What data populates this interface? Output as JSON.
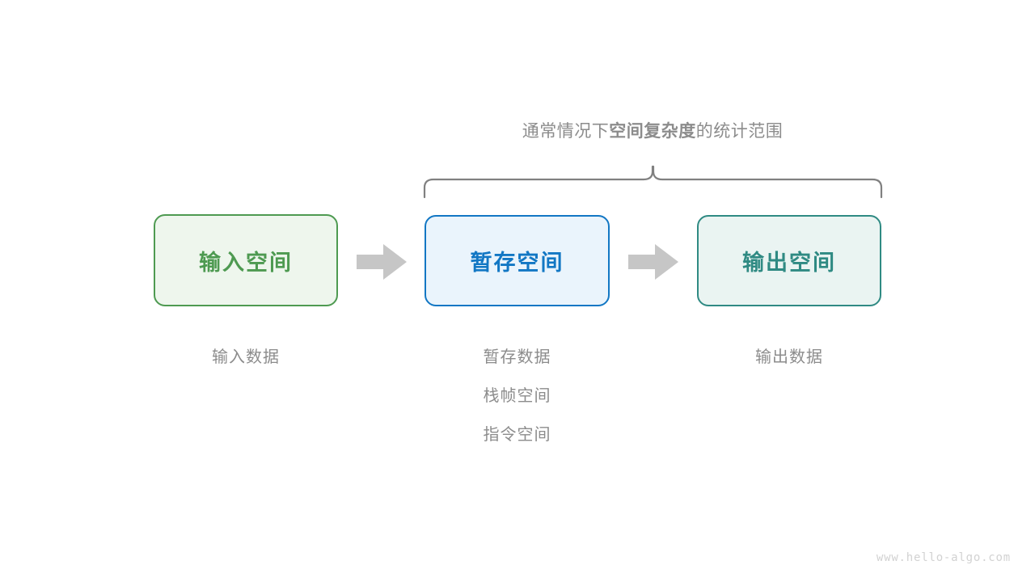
{
  "diagram": {
    "scope_caption": {
      "segments": [
        {
          "text": "通常情况下",
          "bold": false
        },
        {
          "text": "空间复杂度",
          "bold": true
        },
        {
          "text": "的统计范围",
          "bold": false
        }
      ],
      "full_text": "通常情况下空间复杂度的统计范围"
    },
    "brace": {
      "name": "curly-brace",
      "color": "#808080",
      "spans_boxes": [
        "buffer-space",
        "output-space"
      ]
    },
    "boxes": [
      {
        "id": "input-space",
        "label": "输入空间",
        "fill": "#eef6ed",
        "border": "#4e9a51",
        "text_color": "#4e9a51"
      },
      {
        "id": "buffer-space",
        "label": "暂存空间",
        "fill": "#eaf4fc",
        "border": "#1277c4",
        "text_color": "#1277c4"
      },
      {
        "id": "output-space",
        "label": "输出空间",
        "fill": "#eaf4f2",
        "border": "#2f8a83",
        "text_color": "#2f8a83"
      }
    ],
    "arrows": [
      {
        "id": "arrow-input-to-buffer",
        "color": "#c6c6c6",
        "direction": "right"
      },
      {
        "id": "arrow-buffer-to-output",
        "color": "#c6c6c6",
        "direction": "right"
      }
    ],
    "captions": {
      "input": [
        "输入数据"
      ],
      "buffer": [
        "暂存数据",
        "栈帧空间",
        "指令空间"
      ],
      "output": [
        "输出数据"
      ],
      "color": "#8c8c8c"
    },
    "watermark": "www.hello-algo.com"
  }
}
